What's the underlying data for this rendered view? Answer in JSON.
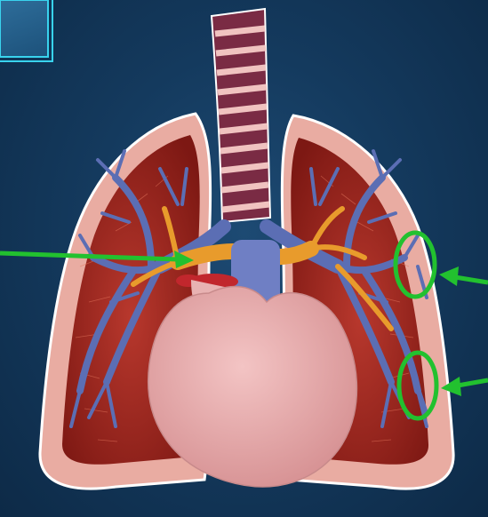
{
  "diagram": {
    "subject": "lungs-and-heart",
    "corner_box": true,
    "colors": {
      "background": "#143a5e",
      "accent_frame": "#39d3ee",
      "lung_outer": "#e8a69c",
      "lung_inner": "#8f1f1a",
      "bronchi": "#5b6eb4",
      "pulmonary_artery": "#e89b2c",
      "heart": "#e4a6a6",
      "vessel_blue": "#6f7fc4",
      "trachea_dark": "#7a2b44",
      "trachea_ring": "#f0c3c0",
      "annotation": "#22c12f"
    },
    "annotations": [
      {
        "type": "arrow",
        "target": "pulmonary-artery"
      },
      {
        "type": "circle",
        "target": "right-upper-bronchiole"
      },
      {
        "type": "arrow",
        "target": "right-upper-bronchiole"
      },
      {
        "type": "circle",
        "target": "right-lower-bronchiole"
      },
      {
        "type": "arrow",
        "target": "right-lower-bronchiole"
      }
    ]
  }
}
